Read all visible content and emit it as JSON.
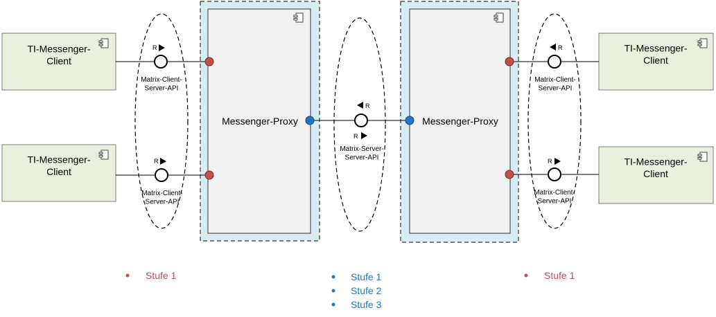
{
  "clients": {
    "top_left": "TI-Messenger-\nClient",
    "bottom_left": "TI-Messenger-\nClient",
    "top_right": "TI-Messenger-\nClient",
    "bottom_right": "TI-Messenger-\nClient"
  },
  "proxies": {
    "left": "Messenger-Proxy",
    "right": "Messenger-Proxy"
  },
  "interfaces": {
    "client_server_api": "Matrix-Client-\nServer-API",
    "server_server_api": "Matrix-Server-\nServer-API",
    "role_marker": "R"
  },
  "legend": {
    "left": [
      "Stufe 1"
    ],
    "center": [
      "Stufe 1",
      "Stufe 2",
      "Stufe 3"
    ],
    "right": [
      "Stufe 1"
    ]
  },
  "colors": {
    "client_fill": "#e9f1de",
    "client_stroke": "#7a7a7a",
    "proxy_outer_fill": "#d7ebf3",
    "proxy_inner_fill": "#f1f1f1",
    "port_red": "#c0504d",
    "port_blue": "#1f77c8",
    "legend_red": "#c0504d",
    "legend_blue": "#1f77c8"
  }
}
